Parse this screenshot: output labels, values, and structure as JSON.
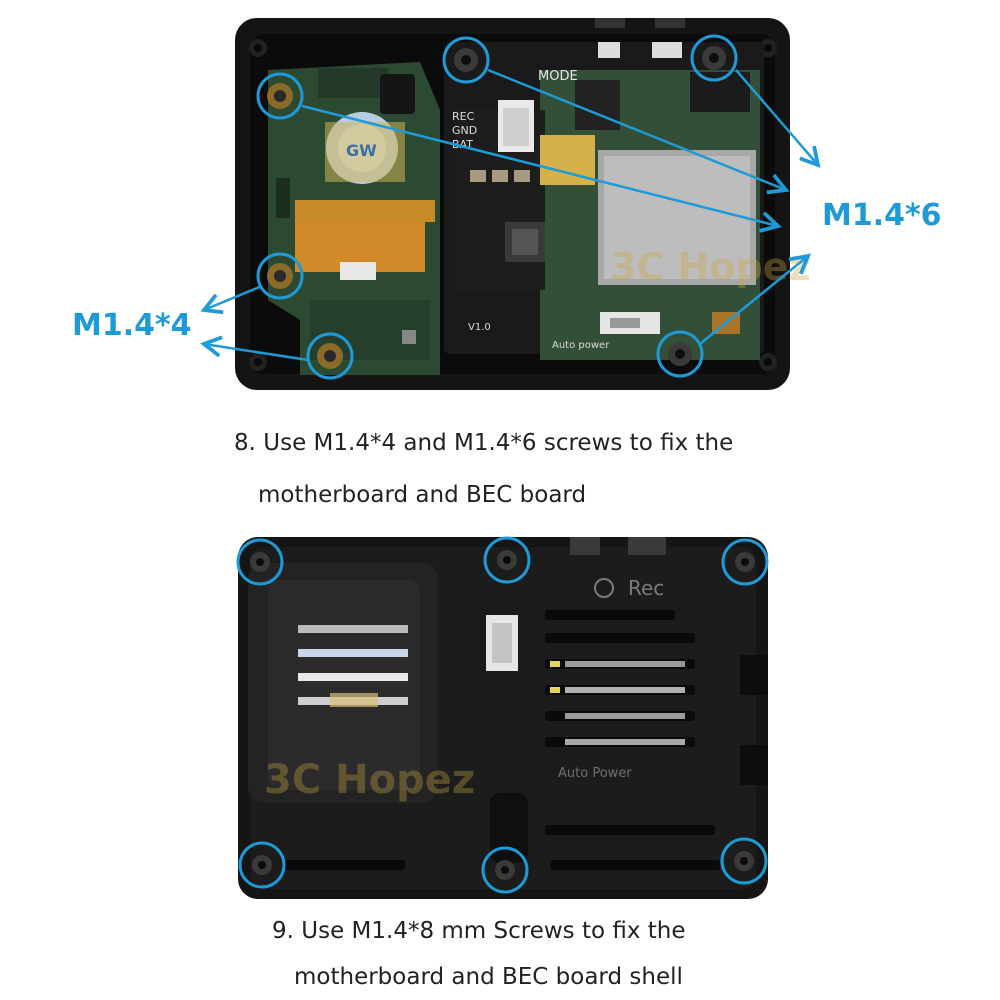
{
  "step8": {
    "caption_line1": "8. Use M1.4*4 and M1.4*6 screws to fix the",
    "caption_line2": "motherboard and BEC board",
    "label_left": "M1.4*4",
    "label_right": "M1.4*6",
    "pcb": {
      "mode": "MODE",
      "rec": "REC",
      "gnd": "GND",
      "bat": "BAT",
      "sticker": "GW",
      "auto_power": "Auto power",
      "version": "V1.0"
    }
  },
  "step9": {
    "caption_line1": "9. Use M1.4*8 mm Screws to fix the",
    "caption_line2": "motherboard and BEC board shell",
    "shell": {
      "rec": "Rec",
      "auto_power": "Auto Power"
    }
  },
  "watermark": "3C Hopez",
  "colors": {
    "accent": "#1e9ad6",
    "case": "#121212",
    "pcb": "#2f4a34"
  }
}
